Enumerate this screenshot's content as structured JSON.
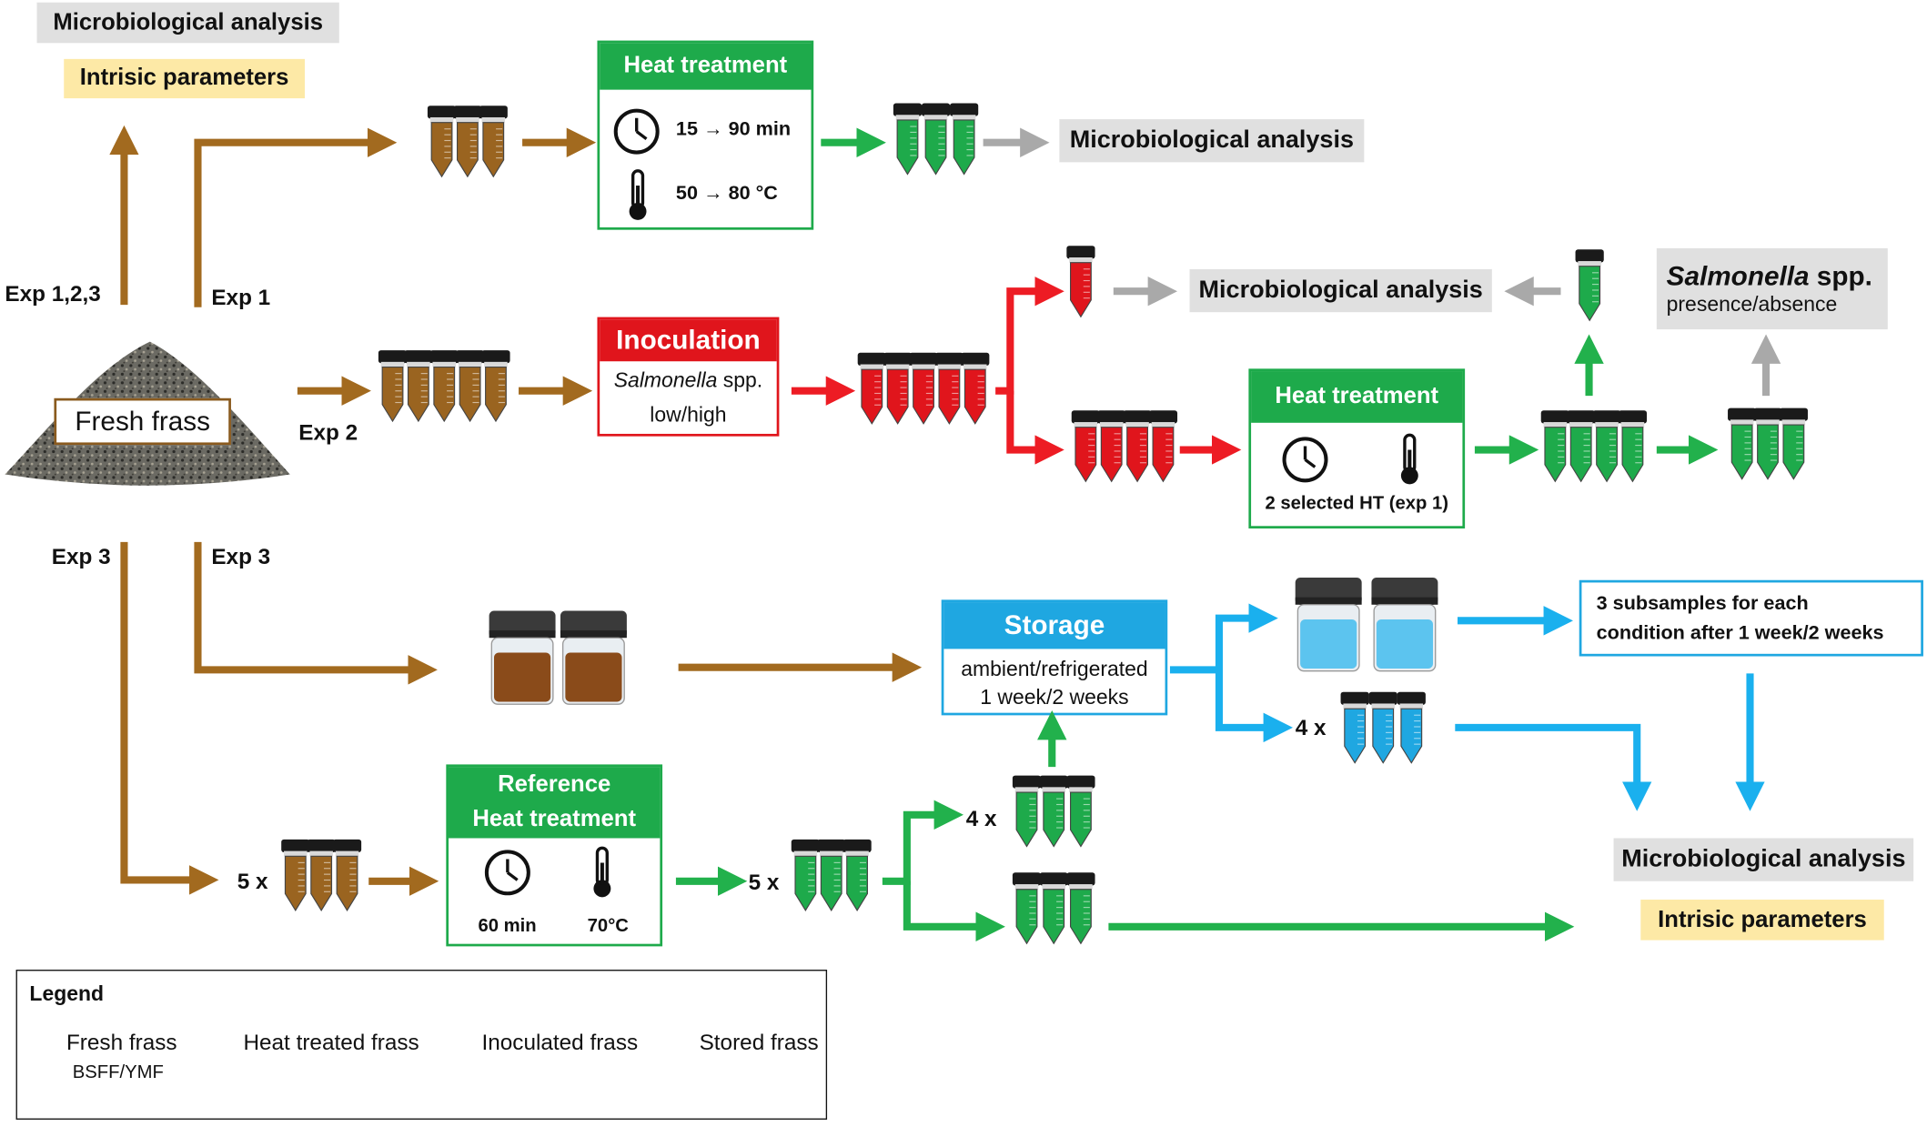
{
  "texts": {
    "top_left_micro": "Microbiological analysis",
    "top_left_intrinsic": "Intrisic parameters",
    "exp123": "Exp 1,2,3",
    "exp1": "Exp 1",
    "exp2": "Exp 2",
    "exp3_left": "Exp 3",
    "exp3_right": "Exp 3",
    "fresh_frass": "Fresh frass",
    "ht1_title": "Heat treatment",
    "ht1_time": "15 → 90 min",
    "ht1_temp": "50 → 80 °C",
    "micro_row1": "Microbiological analysis",
    "inoc_title": "Inoculation",
    "inoc_line1_italic": "Salmonella",
    "inoc_line1_rest": " spp.",
    "inoc_line2": "low/high",
    "micro_row2": "Microbiological analysis",
    "salmonella_italic": "Salmonella",
    "salmonella_rest": " spp.",
    "presence_absence": "presence/absence",
    "ht2_title": "Heat treatment",
    "ht2_caption": "2 selected HT (exp 1)",
    "storage_title": "Storage",
    "storage_line1": "ambient/refrigerated",
    "storage_line2": "1 week/2 weeks",
    "subsamples_line1": "3 subsamples for each",
    "subsamples_line2": "condition after 1 week/2 weeks",
    "four_x_blue": "4 x",
    "five_x_brown": "5 x",
    "ref_title_line1": "Reference",
    "ref_title_line2": "Heat treatment",
    "ref_time": "60 min",
    "ref_temp": "70°C",
    "five_x_green": "5 x",
    "four_x_green": "4 x",
    "bottom_micro": "Microbiological analysis",
    "bottom_intrinsic": "Intrisic parameters"
  },
  "legend": {
    "title": "Legend",
    "items": [
      {
        "label": "Fresh frass",
        "sub": "BSFF/YMF",
        "color": "brown"
      },
      {
        "label": "Heat treated frass",
        "sub": "",
        "color": "green"
      },
      {
        "label": "Inoculated frass",
        "sub": "",
        "color": "red"
      },
      {
        "label": "Stored frass",
        "sub": "",
        "color": "blue"
      }
    ]
  },
  "colors": {
    "brown": "#9a6420",
    "brown_arrow": "#a26a1f",
    "green": "#1eaa4b",
    "green_arrow": "#22b14c",
    "red": "#e0151c",
    "red_arrow": "#ed1c24",
    "blue": "#1fa7e1",
    "blue_arrow": "#1ab0ee",
    "gray_arrow": "#a9a9a9",
    "gray_box": "#e0e0e0",
    "yellow_box": "#fde9a6"
  },
  "icons": [
    "clock-icon",
    "thermometer-icon",
    "test-tube-icon",
    "jar-icon",
    "frass-pile-icon"
  ]
}
